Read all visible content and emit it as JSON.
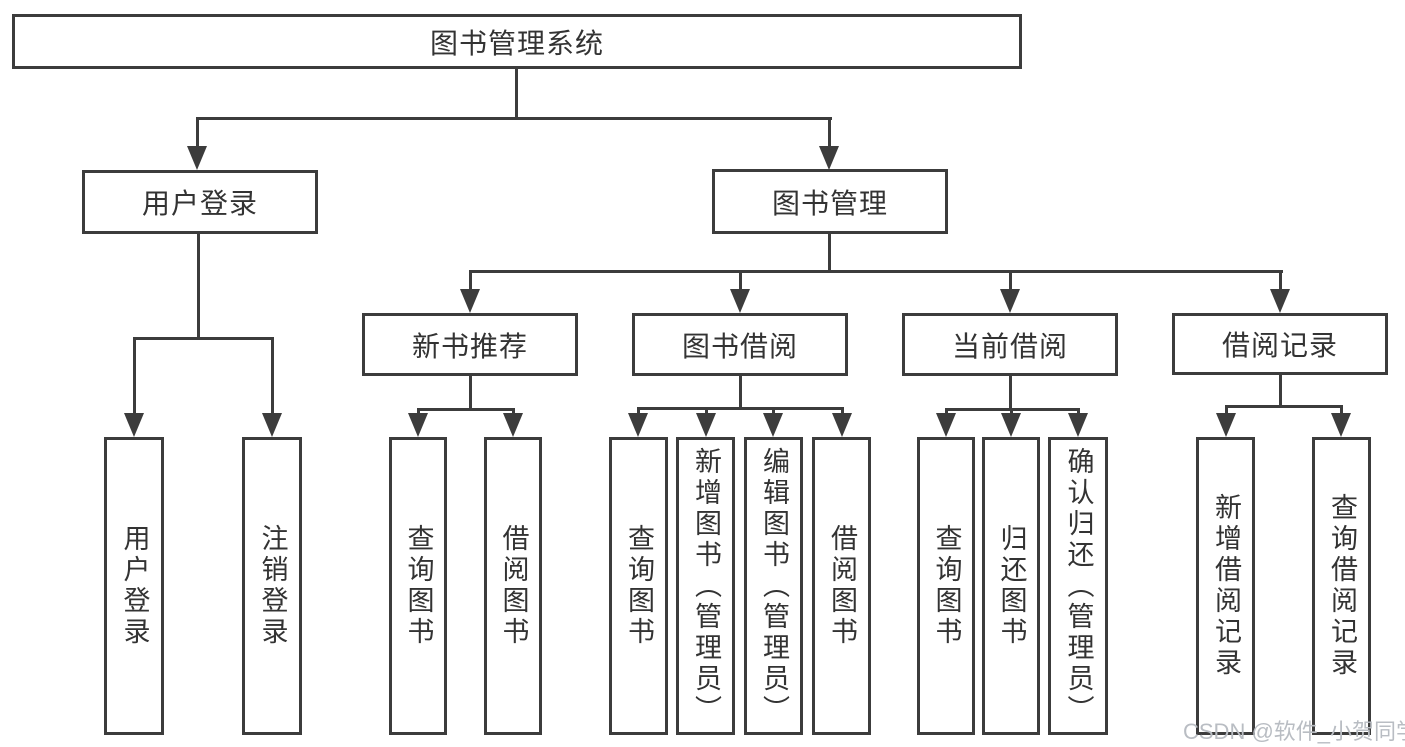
{
  "page": {
    "background": "#ffffff",
    "line_color": "#3c3c3c",
    "text_color": "#333333",
    "box_fill": "#ffffff"
  },
  "tree": {
    "root": {
      "label": "图书管理系统"
    },
    "level2": [
      {
        "label": "用户登录",
        "children": [
          {
            "label": "用户登录"
          },
          {
            "label": "注销登录"
          }
        ]
      },
      {
        "label": "图书管理",
        "children": [
          {
            "label": "新书推荐",
            "children": [
              {
                "label": "查询图书"
              },
              {
                "label": "借阅图书"
              }
            ]
          },
          {
            "label": "图书借阅",
            "children": [
              {
                "label": "查询图书"
              },
              {
                "label": "新增图书（管理员）"
              },
              {
                "label": "编辑图书（管理员）"
              },
              {
                "label": "借阅图书"
              }
            ]
          },
          {
            "label": "当前借阅",
            "children": [
              {
                "label": "查询图书"
              },
              {
                "label": "归还图书"
              },
              {
                "label": "确认归还（管理员）"
              }
            ]
          },
          {
            "label": "借阅记录",
            "children": [
              {
                "label": "新增借阅记录"
              },
              {
                "label": "查询借阅记录"
              }
            ]
          }
        ]
      }
    ]
  },
  "watermark": {
    "text": "CSDN @软件_小贺同学",
    "color": "#b9bdc3"
  }
}
